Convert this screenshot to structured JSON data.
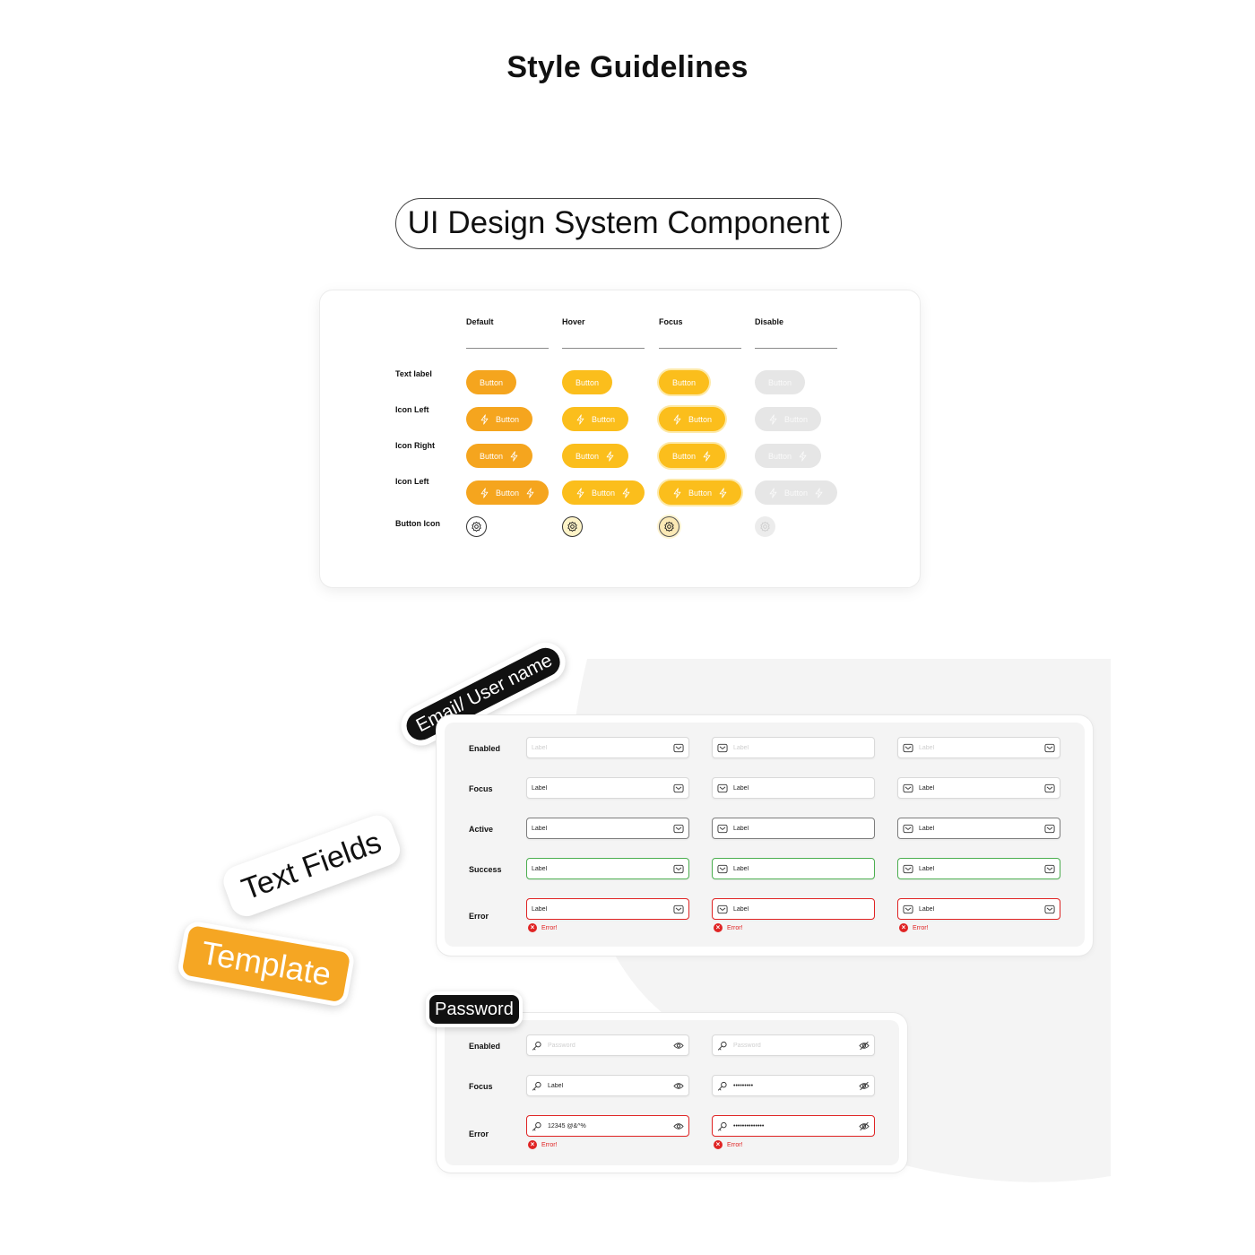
{
  "page": {
    "title": "Style Guidelines",
    "component_title": "UI Design System Component"
  },
  "buttons": {
    "columns": [
      "Default",
      "Hover",
      "Focus",
      "Disable"
    ],
    "rows": [
      "Text label",
      "Icon Left",
      "Icon Right",
      "Icon Left",
      "Button Icon"
    ],
    "button_label": "Button",
    "colors": {
      "default": "#f5a51e",
      "hover": "#fbbe1c",
      "focus": "#fbbe1c",
      "disable": "#e6e6e6"
    },
    "icons": {
      "text_icon": "lightning-icon",
      "icon_button": "gear-icon"
    }
  },
  "email_fields": {
    "sticker": "Email/ User name",
    "states": [
      "Enabled",
      "Focus",
      "Active",
      "Success",
      "Error"
    ],
    "placeholder": "Label",
    "value": "Label",
    "error_message": "Error!",
    "icon": "mail-icon",
    "colors": {
      "success": "#4caf50",
      "error": "#e02424"
    }
  },
  "password_fields": {
    "sticker": "Password",
    "states": [
      "Enabled",
      "Focus",
      "Error"
    ],
    "placeholder": "Password",
    "focus_values": [
      "Label",
      "•••••••••"
    ],
    "error_values": [
      "12345    @&^%",
      "••••••••••••••"
    ],
    "error_message": "Error!",
    "icons": {
      "leading": "key-icon",
      "show": "eye-icon",
      "hide": "eye-off-icon"
    }
  },
  "stickers": {
    "text_fields": "Text Fields",
    "template": "Template"
  }
}
